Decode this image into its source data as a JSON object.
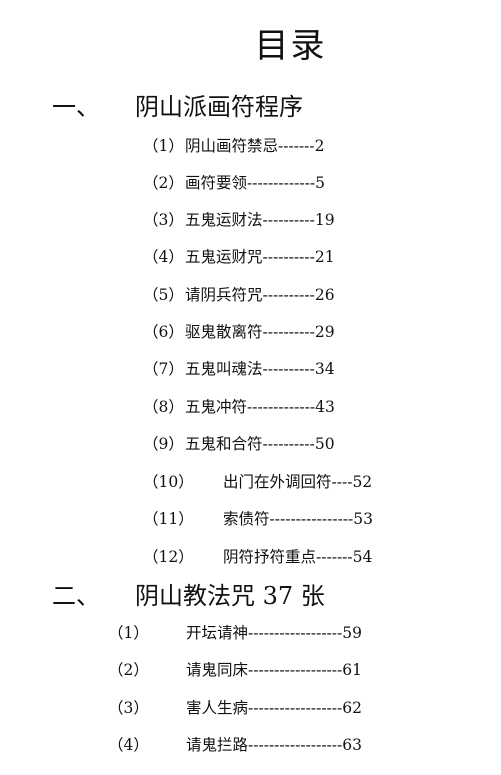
{
  "title": "目录",
  "sections": [
    {
      "number": "一、",
      "name": "阴山派画符程序",
      "entries": [
        {
          "index": "（1）",
          "text": "阴山画符禁忌-------2"
        },
        {
          "index": "（2）",
          "text": "画符要领-------------5"
        },
        {
          "index": "（3）",
          "text": "五鬼运财法----------19"
        },
        {
          "index": "（4）",
          "text": "五鬼运财咒----------21"
        },
        {
          "index": "（5）",
          "text": "请阴兵符咒----------26"
        },
        {
          "index": "（6）",
          "text": "驱鬼散离符----------29"
        },
        {
          "index": "（7）",
          "text": "五鬼叫魂法----------34"
        },
        {
          "index": "（8）",
          "text": "五鬼冲符-------------43"
        },
        {
          "index": "（9）",
          "text": "五鬼和合符----------50"
        },
        {
          "index": "（10）",
          "text": "出门在外调回符----52"
        },
        {
          "index": "（11）",
          "text": "索债符----------------53"
        },
        {
          "index": "（12）",
          "text": "阴符抒符重点-------54"
        }
      ]
    },
    {
      "number": "二、",
      "name": "阴山教法咒 37 张",
      "entries": [
        {
          "index": "（1）",
          "text": "开坛请神------------------59"
        },
        {
          "index": "（2）",
          "text": "请鬼同床------------------61"
        },
        {
          "index": "（3）",
          "text": "害人生病------------------62"
        },
        {
          "index": "（4）",
          "text": "请鬼拦路------------------63"
        }
      ]
    }
  ]
}
